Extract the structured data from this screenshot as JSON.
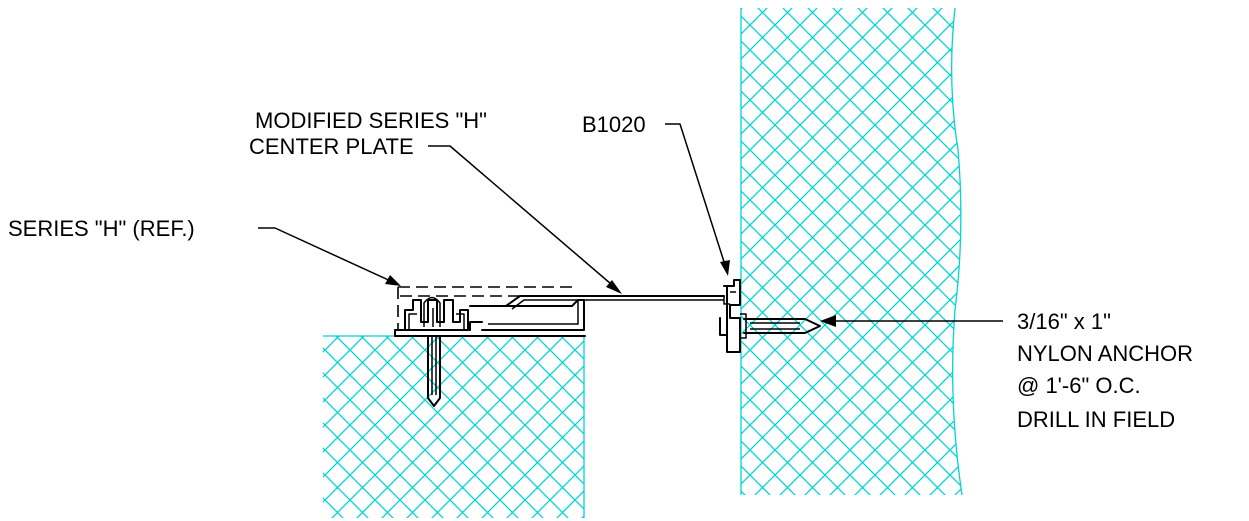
{
  "drawing": {
    "labels": {
      "modified_center_plate_line1": "MODIFIED SERIES \"H\"",
      "modified_center_plate_line2": "CENTER PLATE",
      "b1020": "B1020",
      "series_h_ref": "SERIES \"H\" (REF.)",
      "anchor_line1": "3/16\" x 1\"",
      "anchor_line2": "NYLON ANCHOR",
      "anchor_line3": "@ 1'-6\" O.C.",
      "anchor_line4": "DRILL IN FIELD"
    },
    "colors": {
      "concrete_hatch": "#00d4d4",
      "linework": "#000000"
    }
  }
}
